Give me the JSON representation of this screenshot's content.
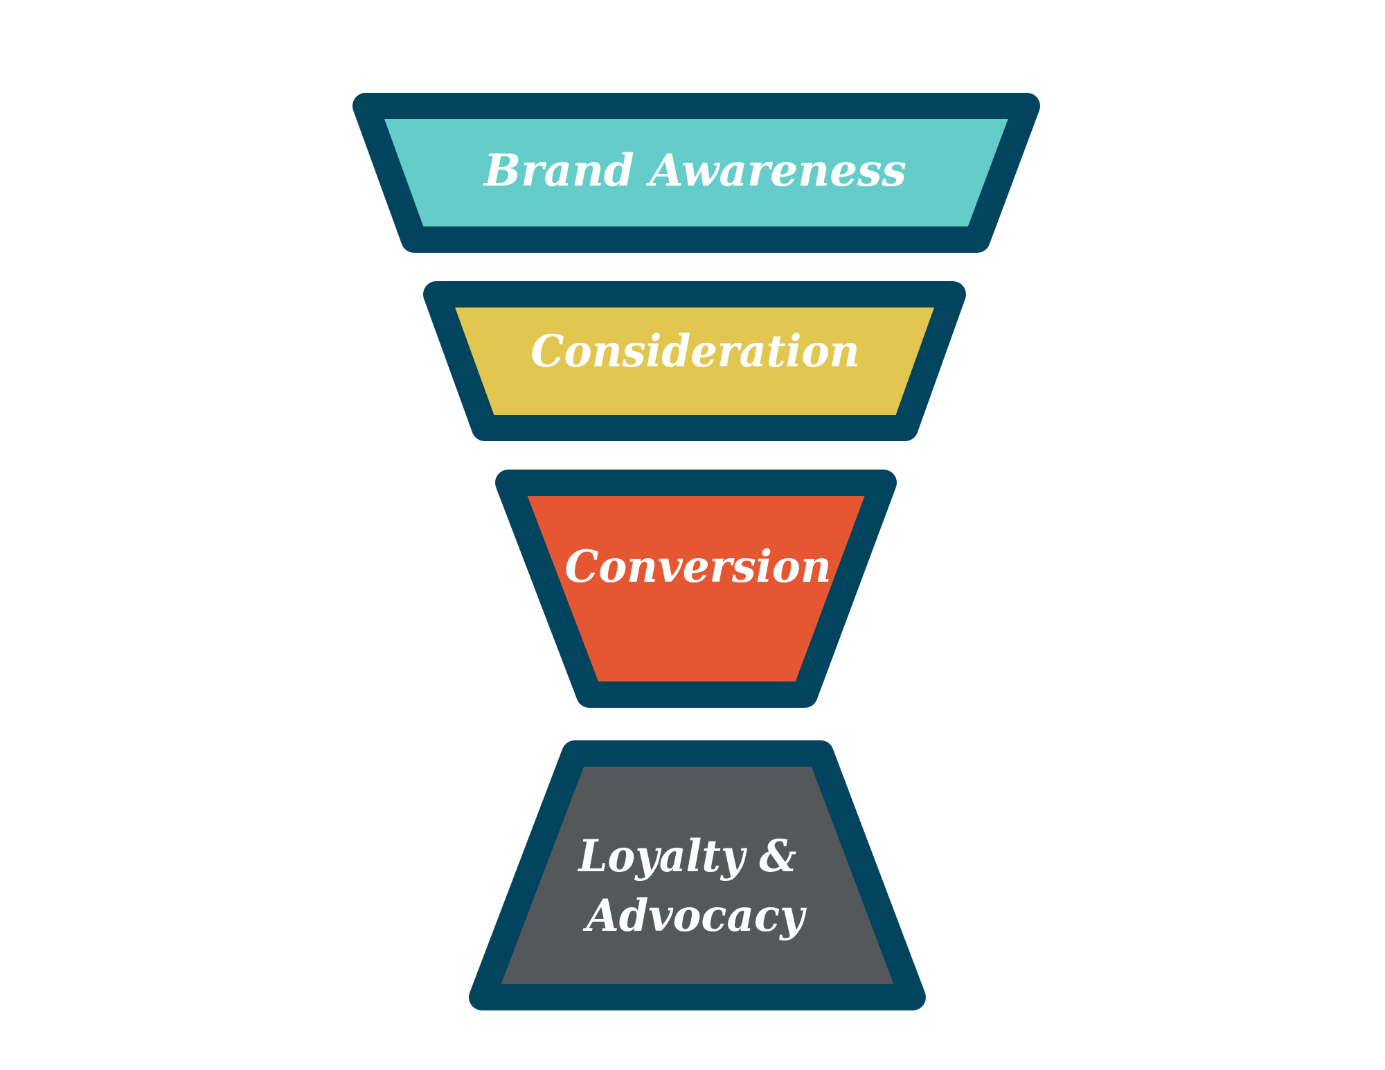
{
  "diagram": {
    "type": "funnel",
    "outline_color": "#02445D",
    "stages": [
      {
        "label_lines": [
          "Brand Awareness"
        ],
        "fill": "#64CCC9"
      },
      {
        "label_lines": [
          "Consideration"
        ],
        "fill": "#E1C64F"
      },
      {
        "label_lines": [
          "Conversion"
        ],
        "fill": "#E45732"
      },
      {
        "label_lines": [
          "Loyalty &",
          "Advocacy"
        ],
        "fill": "#54585B"
      }
    ]
  }
}
